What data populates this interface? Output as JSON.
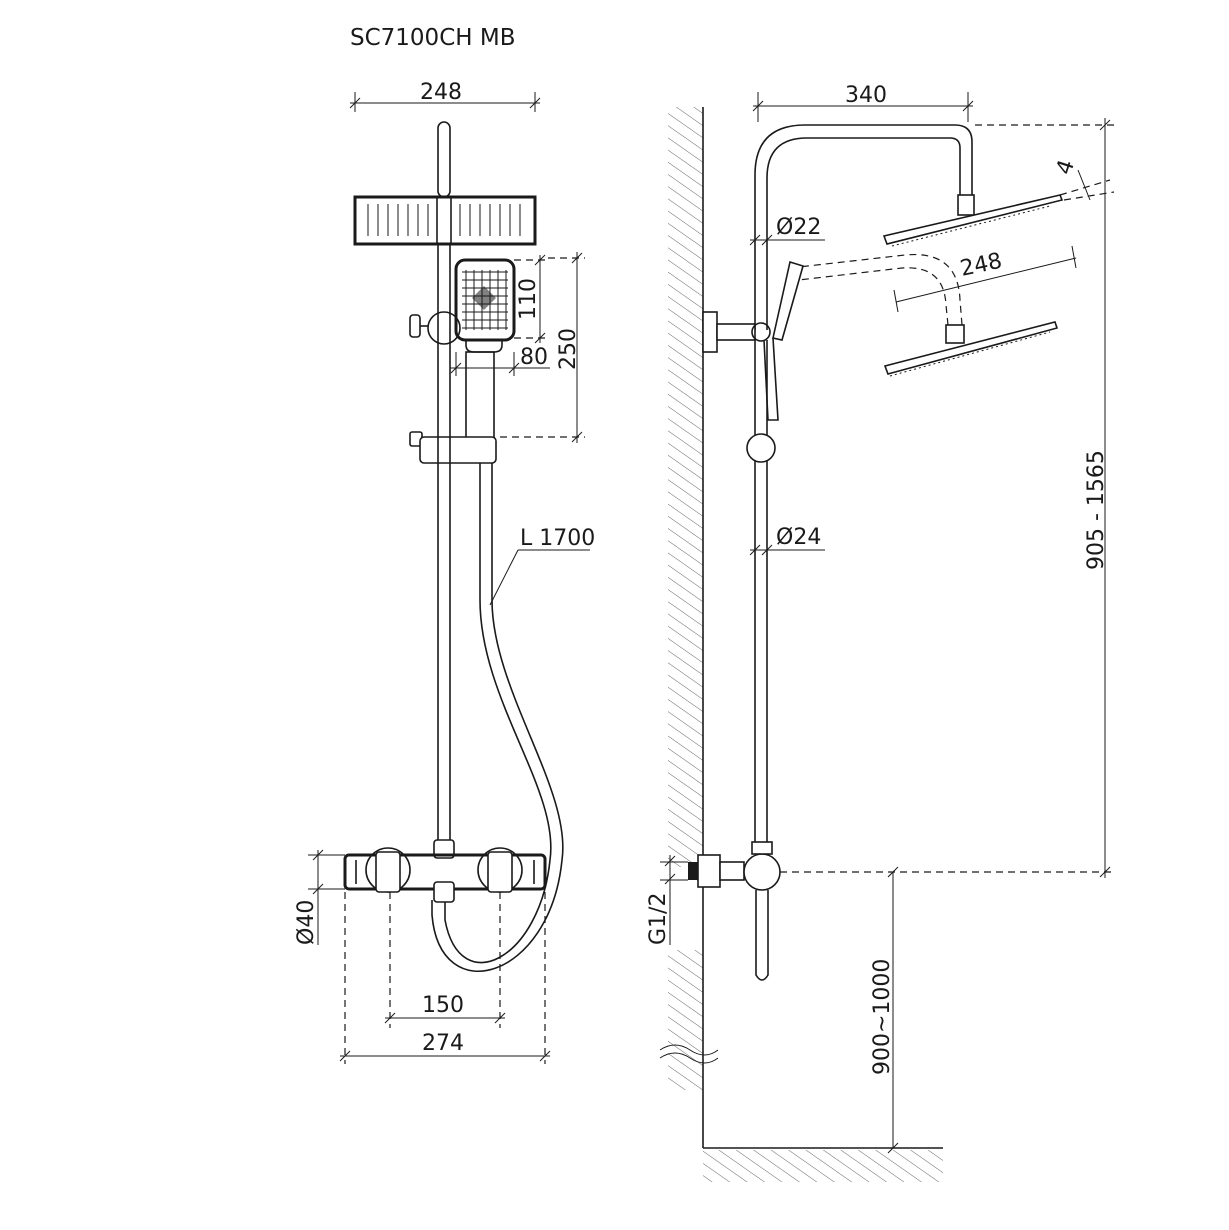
{
  "title": "SC7100CH MB",
  "front_view": {
    "overhead_width": "248",
    "handshower_height": "110",
    "handshower_width": "80",
    "handshower_holder_height": "250",
    "hose_length": "L 1700",
    "mixer_depth": "Ø40",
    "inlet_spacing": "150",
    "mixer_width": "274"
  },
  "side_view": {
    "arm_reach": "340",
    "head_thickness": "4",
    "upper_pipe_diameter": "Ø22",
    "head_size": "248",
    "lower_pipe_diameter": "Ø24",
    "column_height": "905 - 1565",
    "inlet_thread": "G1/2",
    "mount_height": "900~1000"
  }
}
